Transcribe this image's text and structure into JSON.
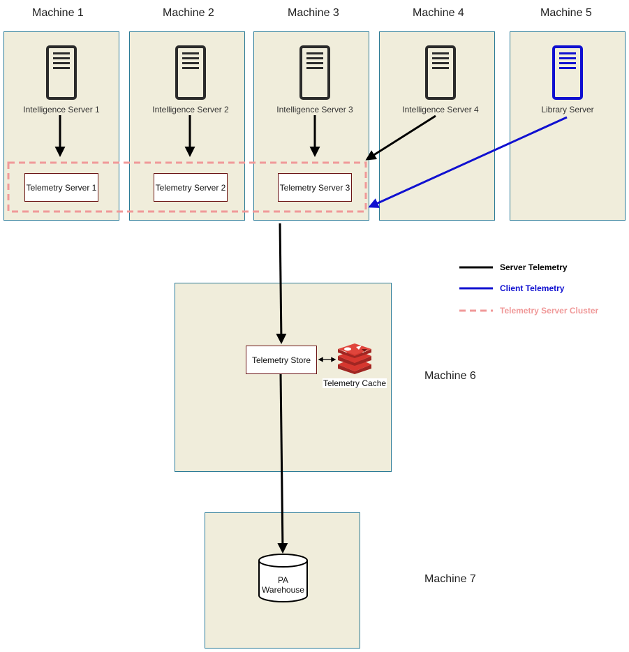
{
  "machines": [
    {
      "title": "Machine 1"
    },
    {
      "title": "Machine 2"
    },
    {
      "title": "Machine 3"
    },
    {
      "title": "Machine 4"
    },
    {
      "title": "Machine 5"
    },
    {
      "title": "Machine 6"
    },
    {
      "title": "Machine 7"
    }
  ],
  "servers": [
    {
      "label": "Intelligence Server 1",
      "icon": "server-icon"
    },
    {
      "label": "Intelligence Server 2",
      "icon": "server-icon"
    },
    {
      "label": "Intelligence Server 3",
      "icon": "server-icon"
    },
    {
      "label": "Intelligence Server 4",
      "icon": "server-icon"
    },
    {
      "label": "Library Server",
      "icon": "server-icon"
    }
  ],
  "telemetry_servers": [
    {
      "label": "Telemetry Server 1"
    },
    {
      "label": "Telemetry Server 2"
    },
    {
      "label": "Telemetry Server 3"
    }
  ],
  "store": {
    "label": "Telemetry Store"
  },
  "cache": {
    "label": "Telemetry Cache",
    "icon": "redis-icon"
  },
  "warehouse": {
    "line1": "PA",
    "line2": "Warehouse",
    "icon": "database-cylinder"
  },
  "legend": {
    "server": {
      "label": "Server Telemetry",
      "color": "#000000"
    },
    "client": {
      "label": "Client Telemetry",
      "color": "#1010d0"
    },
    "cluster": {
      "label": "Telemetry Server Cluster",
      "color": "#f09999"
    }
  },
  "colors": {
    "machine_fill": "#f0eddb",
    "machine_border": "#2a7a96",
    "server_icon": "#333333",
    "library_icon": "#1010d0",
    "cache_red": "#c9302c"
  }
}
